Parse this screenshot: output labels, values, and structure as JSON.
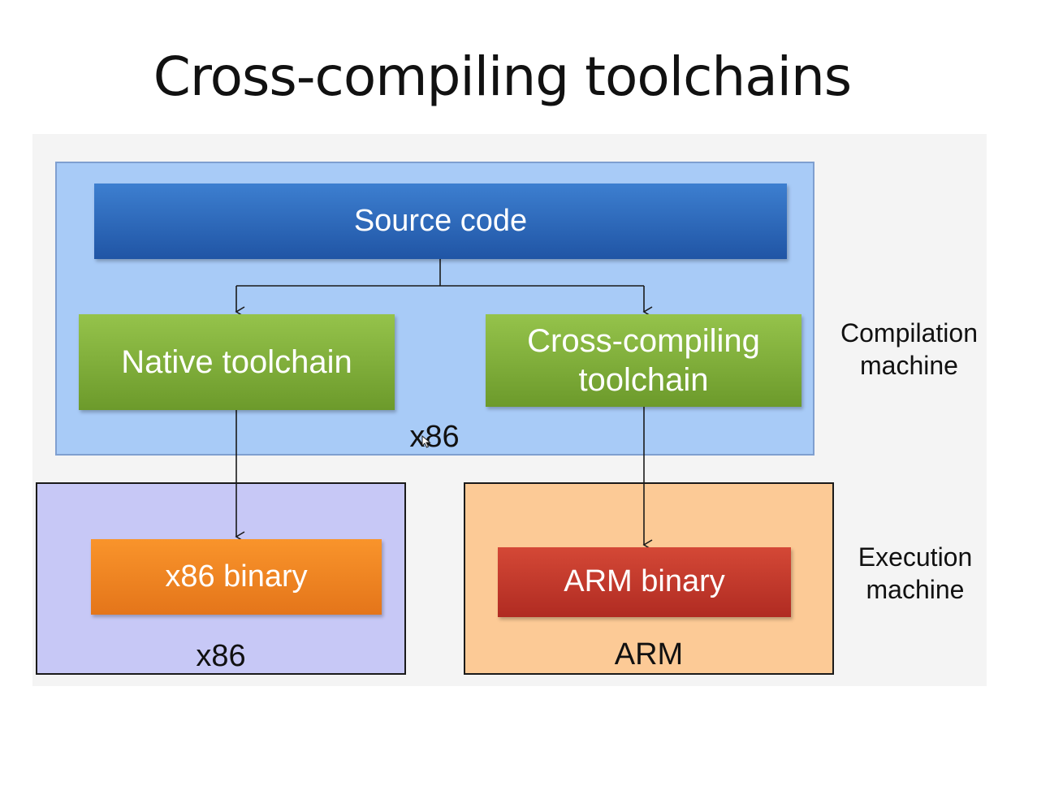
{
  "slide": {
    "title": "Cross-compiling toolchains"
  },
  "diagram": {
    "source_block": "Source code",
    "native_block": "Native toolchain",
    "cross_block_line1": "Cross-compiling",
    "cross_block_line2": "toolchain",
    "compile_arch": "x86",
    "x86_binary_block": "x86 binary",
    "x86_arch": "x86",
    "arm_binary_block": "ARM binary",
    "arm_arch": "ARM",
    "compile_side_line1": "Compilation",
    "compile_side_line2": "machine",
    "exec_side_line1": "Execution",
    "exec_side_line2": "machine"
  },
  "colors": {
    "compile_region": "#a8cbf7",
    "exec_x86_region": "#c7c8f6",
    "exec_arm_region": "#fcca96",
    "source_block": "#2a63b5",
    "toolchain_block": "#7ea938",
    "x86_binary_block": "#ee841f",
    "arm_binary_block": "#c0372b"
  },
  "icons": [
    "mouse-cursor-icon"
  ]
}
